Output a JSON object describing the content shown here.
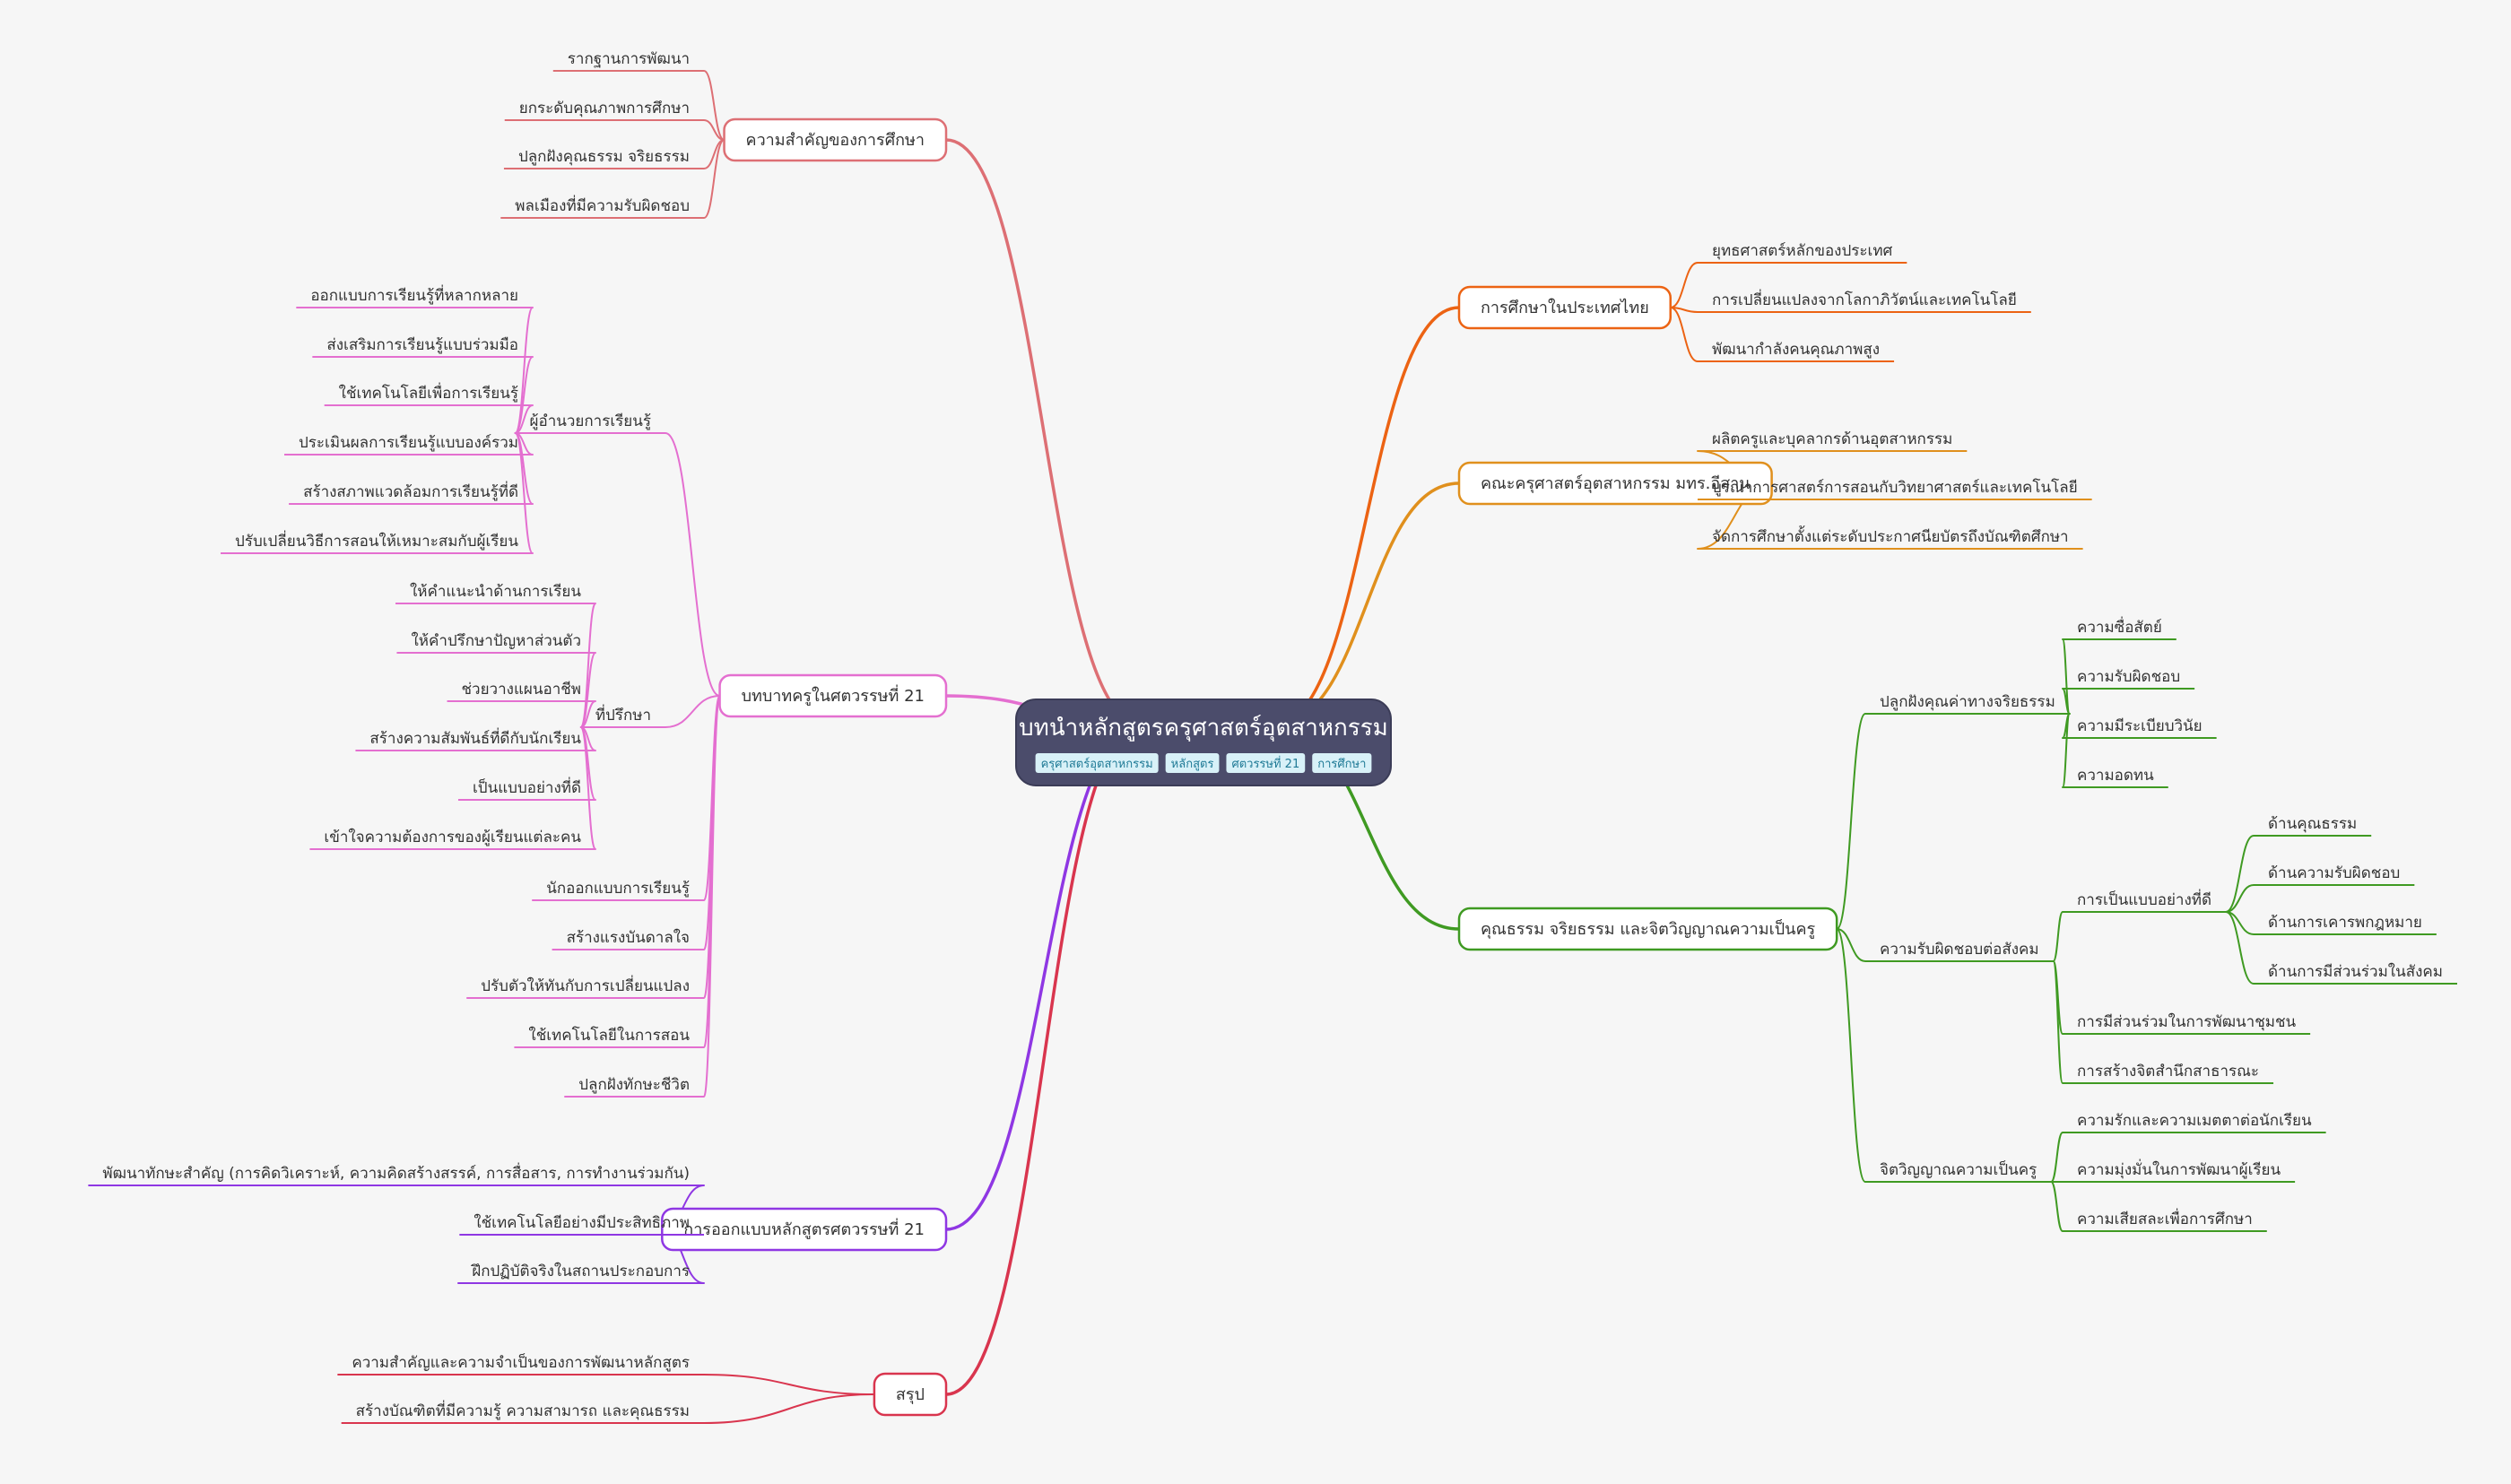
{
  "root": {
    "title": "บทนำหลักสูตรครุศาสตร์อุตสาหกรรม",
    "tags": [
      "ครุศาสตร์อุตสาหกรรม",
      "หลักสูตร",
      "ศตวรรษที่ 21",
      "การศึกษา"
    ]
  },
  "colors": {
    "root_fill": "#4b4c6b",
    "tag_fill": "#d8f1f8",
    "tag_text": "#1f7a96",
    "left_1": "#dd6f74",
    "left_2": "#e46fd0",
    "left_3": "#8f37e3",
    "left_4": "#d9354e",
    "right_1": "#ec6313",
    "right_2": "#e0901d",
    "right_3": "#3f9a22"
  },
  "left": [
    {
      "label": "ความสำคัญของการศึกษา",
      "children": [
        {
          "label": "รากฐานการพัฒนา"
        },
        {
          "label": "ยกระดับคุณภาพการศึกษา"
        },
        {
          "label": "ปลูกฝังคุณธรรม จริยธรรม"
        },
        {
          "label": "พลเมืองที่มีความรับผิดชอบ"
        }
      ]
    },
    {
      "label": "บทบาทครูในศตวรรษที่ 21",
      "children": [
        {
          "label": "ผู้อำนวยการเรียนรู้",
          "children": [
            {
              "label": "ออกแบบการเรียนรู้ที่หลากหลาย"
            },
            {
              "label": "ส่งเสริมการเรียนรู้แบบร่วมมือ"
            },
            {
              "label": "ใช้เทคโนโลยีเพื่อการเรียนรู้"
            },
            {
              "label": "ประเมินผลการเรียนรู้แบบองค์รวม"
            },
            {
              "label": "สร้างสภาพแวดล้อมการเรียนรู้ที่ดี"
            },
            {
              "label": "ปรับเปลี่ยนวิธีการสอนให้เหมาะสมกับผู้เรียน"
            }
          ]
        },
        {
          "label": "ที่ปรึกษา",
          "children": [
            {
              "label": "ให้คำแนะนำด้านการเรียน"
            },
            {
              "label": "ให้คำปรึกษาปัญหาส่วนตัว"
            },
            {
              "label": "ช่วยวางแผนอาชีพ"
            },
            {
              "label": "สร้างความสัมพันธ์ที่ดีกับนักเรียน"
            },
            {
              "label": "เป็นแบบอย่างที่ดี"
            },
            {
              "label": "เข้าใจความต้องการของผู้เรียนแต่ละคน"
            }
          ]
        },
        {
          "label": "นักออกแบบการเรียนรู้"
        },
        {
          "label": "สร้างแรงบันดาลใจ"
        },
        {
          "label": "ปรับตัวให้ทันกับการเปลี่ยนแปลง"
        },
        {
          "label": "ใช้เทคโนโลยีในการสอน"
        },
        {
          "label": "ปลูกฝังทักษะชีวิต"
        }
      ]
    },
    {
      "label": "การออกแบบหลักสูตรศตวรรษที่ 21",
      "children": [
        {
          "label": "พัฒนาทักษะสำคัญ (การคิดวิเคราะห์, ความคิดสร้างสรรค์, การสื่อสาร, การทำงานร่วมกัน)"
        },
        {
          "label": "ใช้เทคโนโลยีอย่างมีประสิทธิภาพ"
        },
        {
          "label": "ฝึกปฏิบัติจริงในสถานประกอบการ"
        }
      ]
    },
    {
      "label": "สรุป",
      "children": [
        {
          "label": "ความสำคัญและความจำเป็นของการพัฒนาหลักสูตร"
        },
        {
          "label": "สร้างบัณฑิตที่มีความรู้ ความสามารถ และคุณธรรม"
        }
      ]
    }
  ],
  "right": [
    {
      "label": "การศึกษาในประเทศไทย",
      "children": [
        {
          "label": "ยุทธศาสตร์หลักของประเทศ"
        },
        {
          "label": "การเปลี่ยนแปลงจากโลกาภิวัตน์และเทคโนโลยี"
        },
        {
          "label": "พัฒนากำลังคนคุณภาพสูง"
        }
      ]
    },
    {
      "label": "คณะครุศาสตร์อุตสาหกรรม มทร.อีสาน",
      "children": [
        {
          "label": "ผลิตครูและบุคลากรด้านอุตสาหกรรม"
        },
        {
          "label": "บูรณาการศาสตร์การสอนกับวิทยาศาสตร์และเทคโนโลยี"
        },
        {
          "label": "จัดการศึกษาตั้งแต่ระดับประกาศนียบัตรถึงบัณฑิตศึกษา"
        }
      ]
    },
    {
      "label": "คุณธรรม จริยธรรม และจิตวิญญาณความเป็นครู",
      "children": [
        {
          "label": "ปลูกฝังคุณค่าทางจริยธรรม",
          "children": [
            {
              "label": "ความซื่อสัตย์"
            },
            {
              "label": "ความรับผิดชอบ"
            },
            {
              "label": "ความมีระเบียบวินัย"
            },
            {
              "label": "ความอดทน"
            }
          ]
        },
        {
          "label": "ความรับผิดชอบต่อสังคม",
          "children": [
            {
              "label": "การเป็นแบบอย่างที่ดี",
              "children": [
                {
                  "label": "ด้านคุณธรรม"
                },
                {
                  "label": "ด้านความรับผิดชอบ"
                },
                {
                  "label": "ด้านการเคารพกฎหมาย"
                },
                {
                  "label": "ด้านการมีส่วนร่วมในสังคม"
                }
              ]
            },
            {
              "label": "การมีส่วนร่วมในการพัฒนาชุมชน"
            },
            {
              "label": "การสร้างจิตสำนึกสาธารณะ"
            }
          ]
        },
        {
          "label": "จิตวิญญาณความเป็นครู",
          "children": [
            {
              "label": "ความรักและความเมตตาต่อนักเรียน"
            },
            {
              "label": "ความมุ่งมั่นในการพัฒนาผู้เรียน"
            },
            {
              "label": "ความเสียสละเพื่อการศึกษา"
            }
          ]
        }
      ]
    }
  ]
}
